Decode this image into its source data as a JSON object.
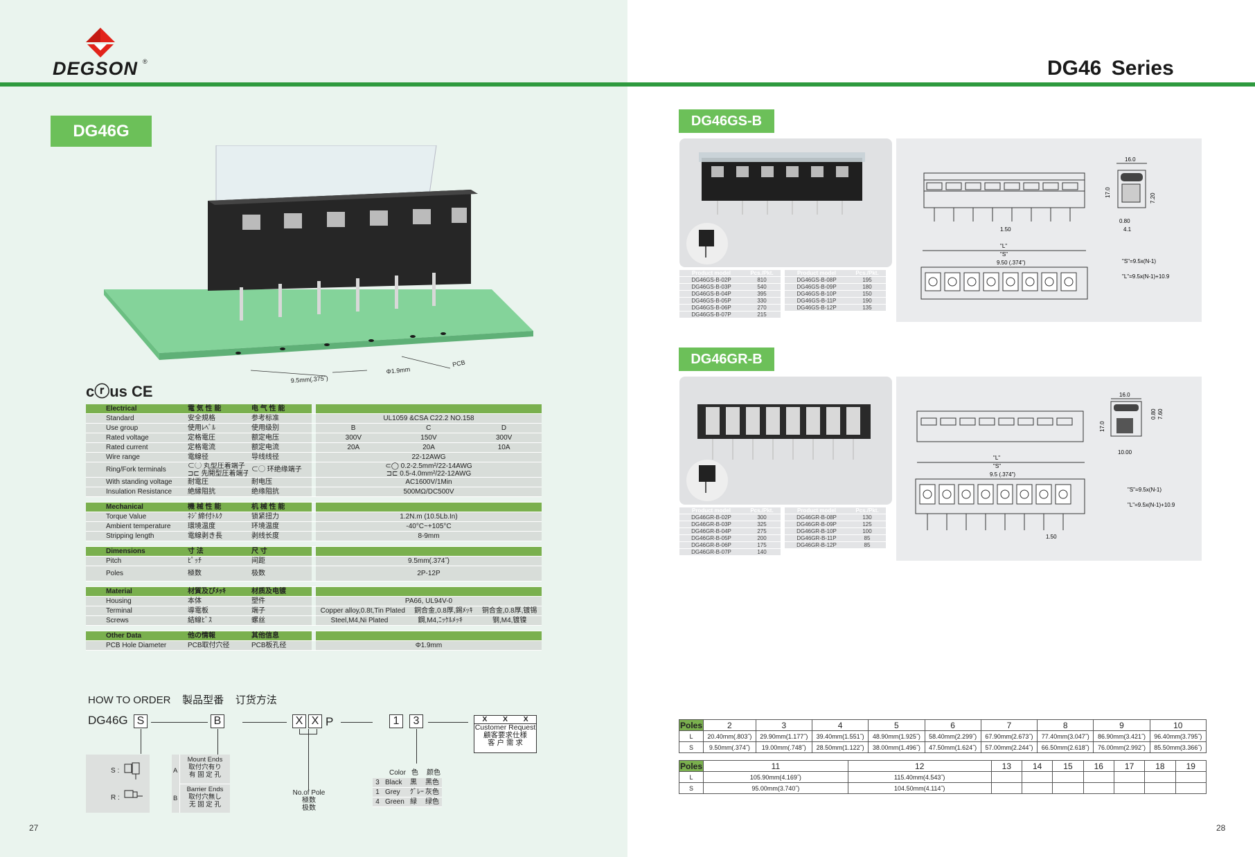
{
  "header": {
    "brand": "DEGSON",
    "reg": "®",
    "series": "DG46  Series"
  },
  "left": {
    "title": "DG46G",
    "page": "27",
    "certs": "cⓡus CE",
    "pcb": {
      "pcb": "PCB",
      "pitch": "9.5mm(.375˝)",
      "hole": "Φ1.9mm"
    },
    "spec": [
      {
        "t": "hdr",
        "c": [
          "Electrical",
          "電 気 性 能",
          "电 气 性 能"
        ]
      },
      {
        "t": "row",
        "c": [
          "Standard",
          "安全規格",
          "参考标准"
        ],
        "v1": "UL1059 &CSA C22.2 NO.158"
      },
      {
        "t": "row",
        "c": [
          "Use group",
          "使用ﾚﾍﾞﾙ",
          "使用级别"
        ],
        "v3": [
          "B",
          "C",
          "D"
        ]
      },
      {
        "t": "row",
        "c": [
          "Rated voltage",
          "定格電圧",
          "额定电压"
        ],
        "v3": [
          "300V",
          "150V",
          "300V"
        ]
      },
      {
        "t": "row",
        "c": [
          "Rated current",
          "定格電流",
          "额定电流"
        ],
        "v3": [
          "20A",
          "20A",
          "10A"
        ]
      },
      {
        "t": "row",
        "c": [
          "Wire range",
          "電線径",
          "导线线径"
        ],
        "v1": "22-12AWG"
      },
      {
        "t": "row2",
        "c": [
          "Ring/Fork terminals",
          "⊂◯ 丸型圧着端子",
          "⊂◯ 环绝缘端子"
        ],
        "c2b": "⊐⊏ 先開型圧着端子",
        "v1": "⊂◯ 0.2-2.5mm²/22-14AWG",
        "v1b": "⊐⊏ 0.5-4.0mm²/22-12AWG"
      },
      {
        "t": "row",
        "c": [
          "With standing voltage",
          "耐電圧",
          "耐电压"
        ],
        "v1": "AC1600V/1Min"
      },
      {
        "t": "row",
        "c": [
          "Insulation Resistance",
          "絶縁阻抗",
          "绝缘阻抗"
        ],
        "v1": "500MΩ/DC500V"
      },
      {
        "t": "gap"
      },
      {
        "t": "hdr",
        "c": [
          "Mechanical",
          "機 械 性 能",
          "机 械 性 能"
        ]
      },
      {
        "t": "row",
        "c": [
          "Torque Value",
          "ﾈｼﾞ締付ﾄﾙｸ",
          "锁紧扭力"
        ],
        "v1": "1.2N.m (10.5Lb.In)"
      },
      {
        "t": "row",
        "c": [
          "Ambient temperature",
          "環境温度",
          "环境温度"
        ],
        "v1": "-40°C~+105°C"
      },
      {
        "t": "row",
        "c": [
          "Stripping length",
          "電線剥き長",
          "剥线长度"
        ],
        "v1": "8-9mm"
      },
      {
        "t": "gap"
      },
      {
        "t": "hdr",
        "c": [
          "Dimensions",
          "寸 法",
          "尺 寸"
        ]
      },
      {
        "t": "row",
        "c": [
          "Pitch",
          "ﾋﾟｯﾁ",
          "间距"
        ],
        "v1": "9.5mm(.374˝)"
      },
      {
        "t": "row2",
        "c": [
          "Poles",
          "極数",
          "极数"
        ],
        "v1": "2P-12P"
      },
      {
        "t": "gap"
      },
      {
        "t": "hdr",
        "c": [
          "Material",
          "材質及びﾒｯｷ",
          "材质及电镀"
        ]
      },
      {
        "t": "row",
        "c": [
          "Housing",
          "本体",
          "塑件"
        ],
        "v1": "PA66, UL94V-0"
      },
      {
        "t": "row",
        "c": [
          "Terminal",
          "導電板",
          "端子"
        ],
        "v3": [
          "Copper alloy,0.8t,Tin Plated",
          "銅合金,0.8厚,錫ﾒｯｷ",
          "铜合金,0.8厚,镀锡"
        ]
      },
      {
        "t": "row",
        "c": [
          "Screws",
          "結線ﾋﾞｽ",
          "螺丝"
        ],
        "v3": [
          "Steel,M4,Ni Plated",
          "鋼,M4,ﾆｯｹﾙﾒｯｷ",
          "钢,M4,镀镍"
        ]
      },
      {
        "t": "gap"
      },
      {
        "t": "hdr",
        "c": [
          "Other Data",
          "他の情報",
          "其他信息"
        ]
      },
      {
        "t": "row",
        "c": [
          "PCB Hole Diameter",
          "PCB取付穴径",
          "PCB板孔径"
        ],
        "v1": "Φ1.9mm"
      }
    ],
    "order": {
      "title": "HOW TO ORDER",
      "title_jp": "製品型番",
      "title_cn": "订货方法",
      "code_prefix": "DG46G",
      "s": "S",
      "b": "B",
      "x": "X",
      "p": "P",
      "n1": "1",
      "n3": "3",
      "cust_x": [
        "X",
        "X",
        "X"
      ],
      "cust": [
        "Customer Request",
        "顧客要求仕様",
        "客 户 需 求"
      ],
      "mount": [
        "S :",
        "R :"
      ],
      "mount_ab": [
        {
          "k": "A",
          "t": [
            "Mount Ends",
            "取付穴有り",
            "有 固 定 孔"
          ]
        },
        {
          "k": "B",
          "t": [
            "Barrier Ends",
            "取付穴無し",
            "无 固 定 孔"
          ]
        }
      ],
      "poles": [
        "No.of  Pole",
        "極数",
        "极数"
      ],
      "color_hdr": [
        "Color",
        "色",
        "颜色"
      ],
      "colors": [
        {
          "n": "3",
          "e": "Black",
          "j": "黒",
          "c": "黑色"
        },
        {
          "n": "1",
          "e": "Grey",
          "j": "ｸﾞﾚｰ",
          "c": "灰色"
        },
        {
          "n": "4",
          "e": "Green",
          "j": "緑",
          "c": "绿色"
        }
      ]
    }
  },
  "right": {
    "page": "28",
    "gs": {
      "title": "DG46GS-B",
      "hdr": [
        "Product model",
        "Pcs./Pkt."
      ],
      "left": [
        [
          "DG46GS-B-02P",
          "810"
        ],
        [
          "DG46GS-B-03P",
          "540"
        ],
        [
          "DG46GS-B-04P",
          "395"
        ],
        [
          "DG46GS-B-05P",
          "330"
        ],
        [
          "DG46GS-B-06P",
          "270"
        ],
        [
          "DG46GS-B-07P",
          "215"
        ]
      ],
      "right": [
        [
          "DG46GS-B-08P",
          "195"
        ],
        [
          "DG46GS-B-09P",
          "180"
        ],
        [
          "DG46GS-B-10P",
          "150"
        ],
        [
          "DG46GS-B-11P",
          "190"
        ],
        [
          "DG46GS-B-12P",
          "135"
        ]
      ],
      "dims": {
        "w": "16.0",
        "h": "17.0",
        "h2": "7.20",
        "a": "0.80",
        "b": "4.1",
        "c": "1.50",
        "L": "\"L\"",
        "S": "\"S\"",
        "p": "9.50  (.374\")"
      },
      "formula": [
        "\"S\"=9.5x(N-1)",
        "\"L\"=9.5x(N-1)+10.9"
      ]
    },
    "gr": {
      "title": "DG46GR-B",
      "hdr": [
        "Product model",
        "Pcs./Pkt."
      ],
      "left": [
        [
          "DG46GR-B-02P",
          "300"
        ],
        [
          "DG46GR-B-03P",
          "325"
        ],
        [
          "DG46GR-B-04P",
          "275"
        ],
        [
          "DG46GR-B-05P",
          "200"
        ],
        [
          "DG46GR-B-06P",
          "175"
        ],
        [
          "DG46GR-B-07P",
          "140"
        ]
      ],
      "right": [
        [
          "DG46GR-B-08P",
          "130"
        ],
        [
          "DG46GR-B-09P",
          "125"
        ],
        [
          "DG46GR-B-10P",
          "100"
        ],
        [
          "DG46GR-B-11P",
          "85"
        ],
        [
          "DG46GR-B-12P",
          "85"
        ]
      ],
      "dims": {
        "w": "16.0",
        "h": "17.0",
        "h2": "7.60",
        "a": "0.80",
        "b": "10.00",
        "c": "1.50",
        "L": "\"L\"",
        "S": "\"S\"",
        "p": "9.5   (.374\")"
      },
      "formula": [
        "\"S\"=9.5x(N-1)",
        "\"L\"=9.5x(N-1)+10.9"
      ]
    },
    "dimtable": {
      "t1": {
        "poles": [
          "Poles",
          "2",
          "3",
          "4",
          "5",
          "6",
          "7",
          "8",
          "9",
          "10"
        ],
        "L": [
          "L",
          "20.40mm(.803˝)",
          "29.90mm(1.177˝)",
          "39.40mm(1.551˝)",
          "48.90mm(1.925˝)",
          "58.40mm(2.299˝)",
          "67.90mm(2.673˝)",
          "77.40mm(3.047˝)",
          "86.90mm(3.421˝)",
          "96.40mm(3.795˝)"
        ],
        "S": [
          "S",
          "9.50mm(.374˝)",
          "19.00mm(.748˝)",
          "28.50mm(1.122˝)",
          "38.00mm(1.496˝)",
          "47.50mm(1.624˝)",
          "57.00mm(2.244˝)",
          "66.50mm(2.618˝)",
          "76.00mm(2.992˝)",
          "85.50mm(3.366˝)"
        ]
      },
      "t2": {
        "poles": [
          "Poles",
          "11",
          "12",
          "13",
          "14",
          "15",
          "16",
          "17",
          "18",
          "19"
        ],
        "L": [
          "L",
          "105.90mm(4.169˝)",
          "115.40mm(4.543˝)",
          "",
          "",
          "",
          "",
          "",
          "",
          ""
        ],
        "S": [
          "S",
          "95.00mm(3.740˝)",
          "104.50mm(4.114˝)",
          "",
          "",
          "",
          "",
          "",
          "",
          ""
        ]
      }
    }
  }
}
